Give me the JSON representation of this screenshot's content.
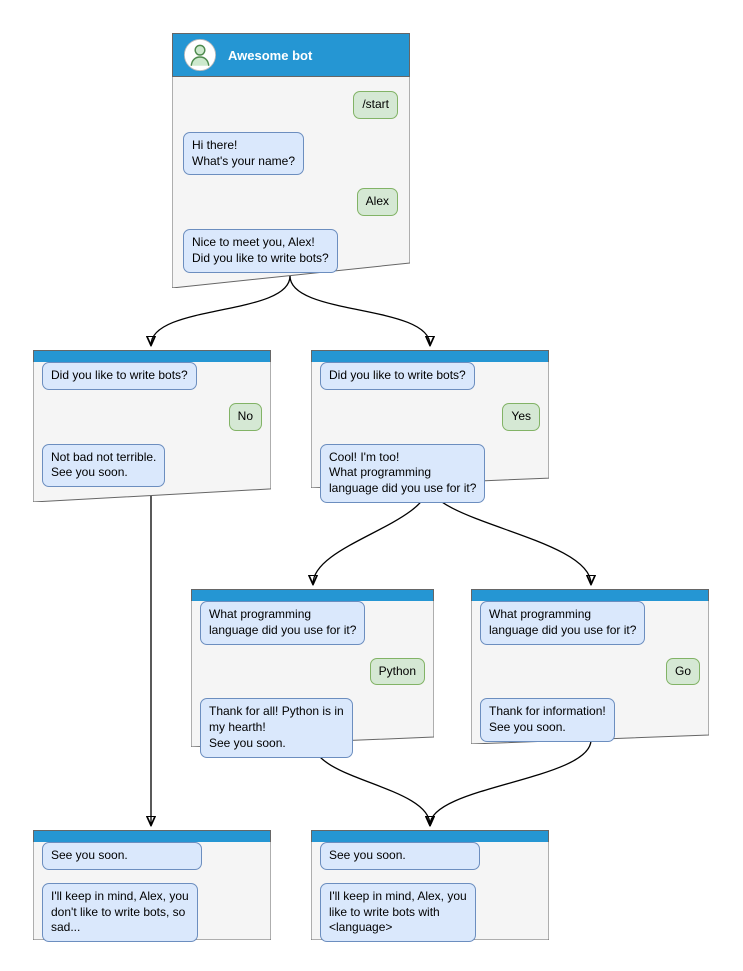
{
  "diagram": {
    "colors": {
      "titlebar_blue": "#2596d3",
      "window_bg": "#f5f5f5",
      "window_border": "#666666",
      "bot_bubble_bg": "#dae8fc",
      "bot_bubble_border": "#6c8ebf",
      "user_bubble_bg": "#d5e8d4",
      "user_bubble_border": "#82b366",
      "connector": "#000000"
    },
    "windows": {
      "main": {
        "title": "Awesome bot",
        "messages": [
          {
            "from": "user",
            "text": "/start"
          },
          {
            "from": "bot",
            "text": "Hi there!\nWhat's your name?"
          },
          {
            "from": "user",
            "text": "Alex"
          },
          {
            "from": "bot",
            "text": "Nice to meet you, Alex!\nDid you like to write bots?"
          }
        ]
      },
      "no_branch": {
        "messages": [
          {
            "from": "bot",
            "text": "Did you like to write bots?"
          },
          {
            "from": "user",
            "text": "No"
          },
          {
            "from": "bot",
            "text": "Not bad not terrible.\nSee you soon."
          }
        ]
      },
      "yes_branch": {
        "messages": [
          {
            "from": "bot",
            "text": "Did you like to write bots?"
          },
          {
            "from": "user",
            "text": "Yes"
          },
          {
            "from": "bot",
            "text": "Cool! I'm too!\nWhat programming\nlanguage did you use for it?"
          }
        ]
      },
      "python_branch": {
        "messages": [
          {
            "from": "bot",
            "text": "What programming\nlanguage did you use for it?"
          },
          {
            "from": "user",
            "text": "Python"
          },
          {
            "from": "bot",
            "text": "Thank for all! Python is in\nmy hearth!\nSee you soon."
          }
        ]
      },
      "go_branch": {
        "messages": [
          {
            "from": "bot",
            "text": "What programming\nlanguage did you use for it?"
          },
          {
            "from": "user",
            "text": "Go"
          },
          {
            "from": "bot",
            "text": "Thank for information!\nSee you soon."
          }
        ]
      },
      "end_no": {
        "messages": [
          {
            "from": "bot",
            "text": "See you soon."
          },
          {
            "from": "bot",
            "text": "I'll keep in mind, Alex, you\ndon't like to write bots, so\nsad..."
          }
        ]
      },
      "end_yes": {
        "messages": [
          {
            "from": "bot",
            "text": "See you soon."
          },
          {
            "from": "bot",
            "text": "I'll keep in mind, Alex, you\nlike to write bots with\n<language>"
          }
        ]
      }
    },
    "connections": [
      {
        "from": "main",
        "to": "no_branch"
      },
      {
        "from": "main",
        "to": "yes_branch"
      },
      {
        "from": "yes_branch",
        "to": "python_branch"
      },
      {
        "from": "yes_branch",
        "to": "go_branch"
      },
      {
        "from": "no_branch",
        "to": "end_no"
      },
      {
        "from": "python_branch",
        "to": "end_yes"
      },
      {
        "from": "go_branch",
        "to": "end_yes"
      }
    ]
  }
}
